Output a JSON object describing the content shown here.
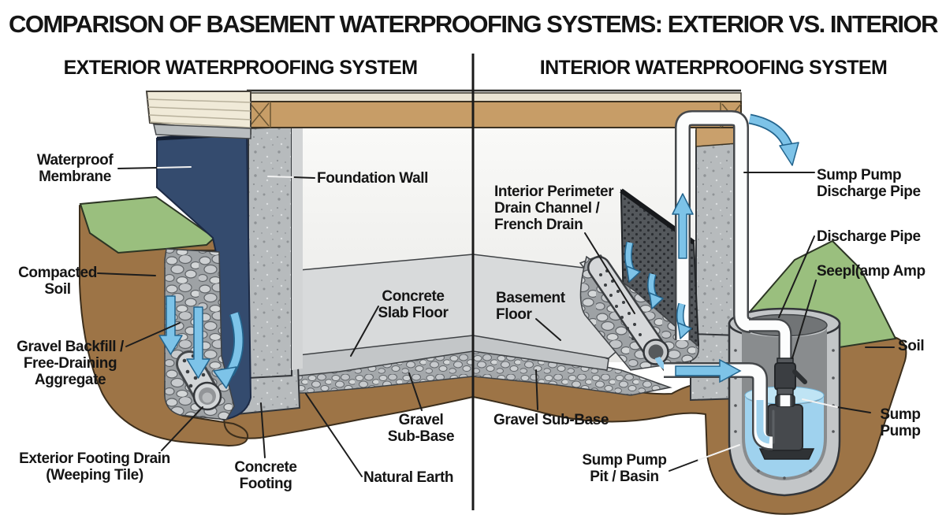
{
  "title": "COMPARISON OF BASEMENT WATERPROOFING SYSTEMS: EXTERIOR VS. INTERIOR",
  "sections": {
    "left": "EXTERIOR WATERPROOFING SYSTEM",
    "right": "INTERIOR WATERPROOFING SYSTEM"
  },
  "labels": {
    "waterproof_membrane": [
      "Waterproof",
      "Membrane"
    ],
    "compacted_soil": [
      "Compacted",
      "Soil"
    ],
    "gravel_backfill": [
      "Gravel Backfill /",
      "Free-Draining",
      "Aggregate"
    ],
    "exterior_footing_drain": [
      "Exterior Footing Drain",
      "(Weeping Tile)"
    ],
    "concrete_footing": [
      "Concrete",
      "Footing"
    ],
    "foundation_wall": [
      "Foundation Wall"
    ],
    "concrete_slab_floor": [
      "Concrete",
      "Slab Floor"
    ],
    "gravel_sub_base_left": [
      "Gravel",
      "Sub-Base"
    ],
    "natural_earth": [
      "Natural Earth"
    ],
    "interior_perimeter_drain": [
      "Interior Perimeter",
      "Drain Channel /",
      "French Drain"
    ],
    "basement_floor": [
      "Basement",
      "Floor"
    ],
    "gravel_sub_base_right": [
      "Gravel Sub-Base"
    ],
    "sump_pump_pit": [
      "Sump Pump",
      "Pit / Basin"
    ],
    "sump_pump_discharge_pipe": [
      "Sump Pump",
      "Discharge Pipe"
    ],
    "discharge_pipe": [
      "Discharge Pipe"
    ],
    "seep_clamp": [
      "Seepl(amp Amp"
    ],
    "soil": [
      "Soil"
    ],
    "sump_pump": [
      "Sump",
      "Pump"
    ]
  },
  "colors": {
    "membrane_navy": "#344b6e",
    "interior_membrane_gray": "#54585c",
    "concrete": "#b7bbbd",
    "slab": "#d8dadb",
    "gravel_base": "#9ea2a5",
    "pebble": "#ced1d3",
    "soil_brown": "#9d7446",
    "grass_green": "#9abf7e",
    "wood_tan": "#c79d67",
    "siding_cream": "#f0ead8",
    "pipe_white": "#fcfdfd",
    "water_arrow_blue": "#7dc3e8",
    "pit_water_blue": "#9fd2ee",
    "outline": "#33363a",
    "text": "#151515"
  }
}
